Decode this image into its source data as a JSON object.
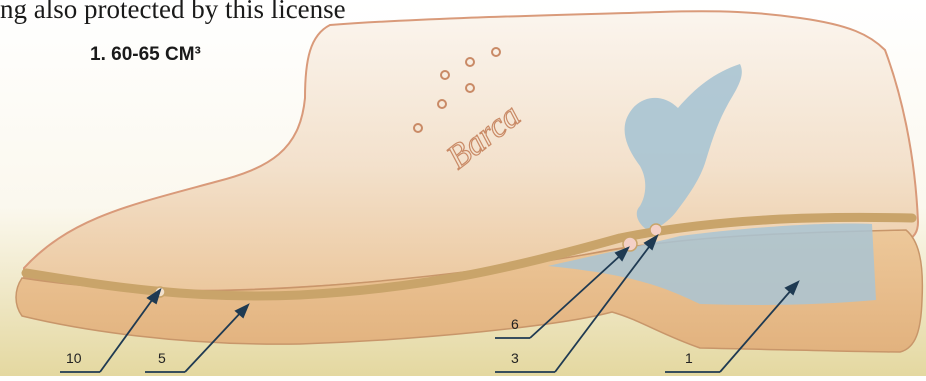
{
  "header": {
    "text": "ng also protected by this license"
  },
  "volume_label": "1. 60-65 CM³",
  "brand_signature": "Barca",
  "callouts": [
    {
      "id": "10",
      "label": "10"
    },
    {
      "id": "5",
      "label": "5"
    },
    {
      "id": "6",
      "label": "6"
    },
    {
      "id": "3",
      "label": "3"
    },
    {
      "id": "1",
      "label": "1"
    }
  ],
  "colors": {
    "background_top": "#ffffff",
    "background_bottom": "#e4d8a0",
    "upper_leather": "#f6ece2",
    "sole": "#e8bf8e",
    "welt": "#c9a46a",
    "insole_fill": "#a9c4d3",
    "arrow": "#1f3a52"
  }
}
